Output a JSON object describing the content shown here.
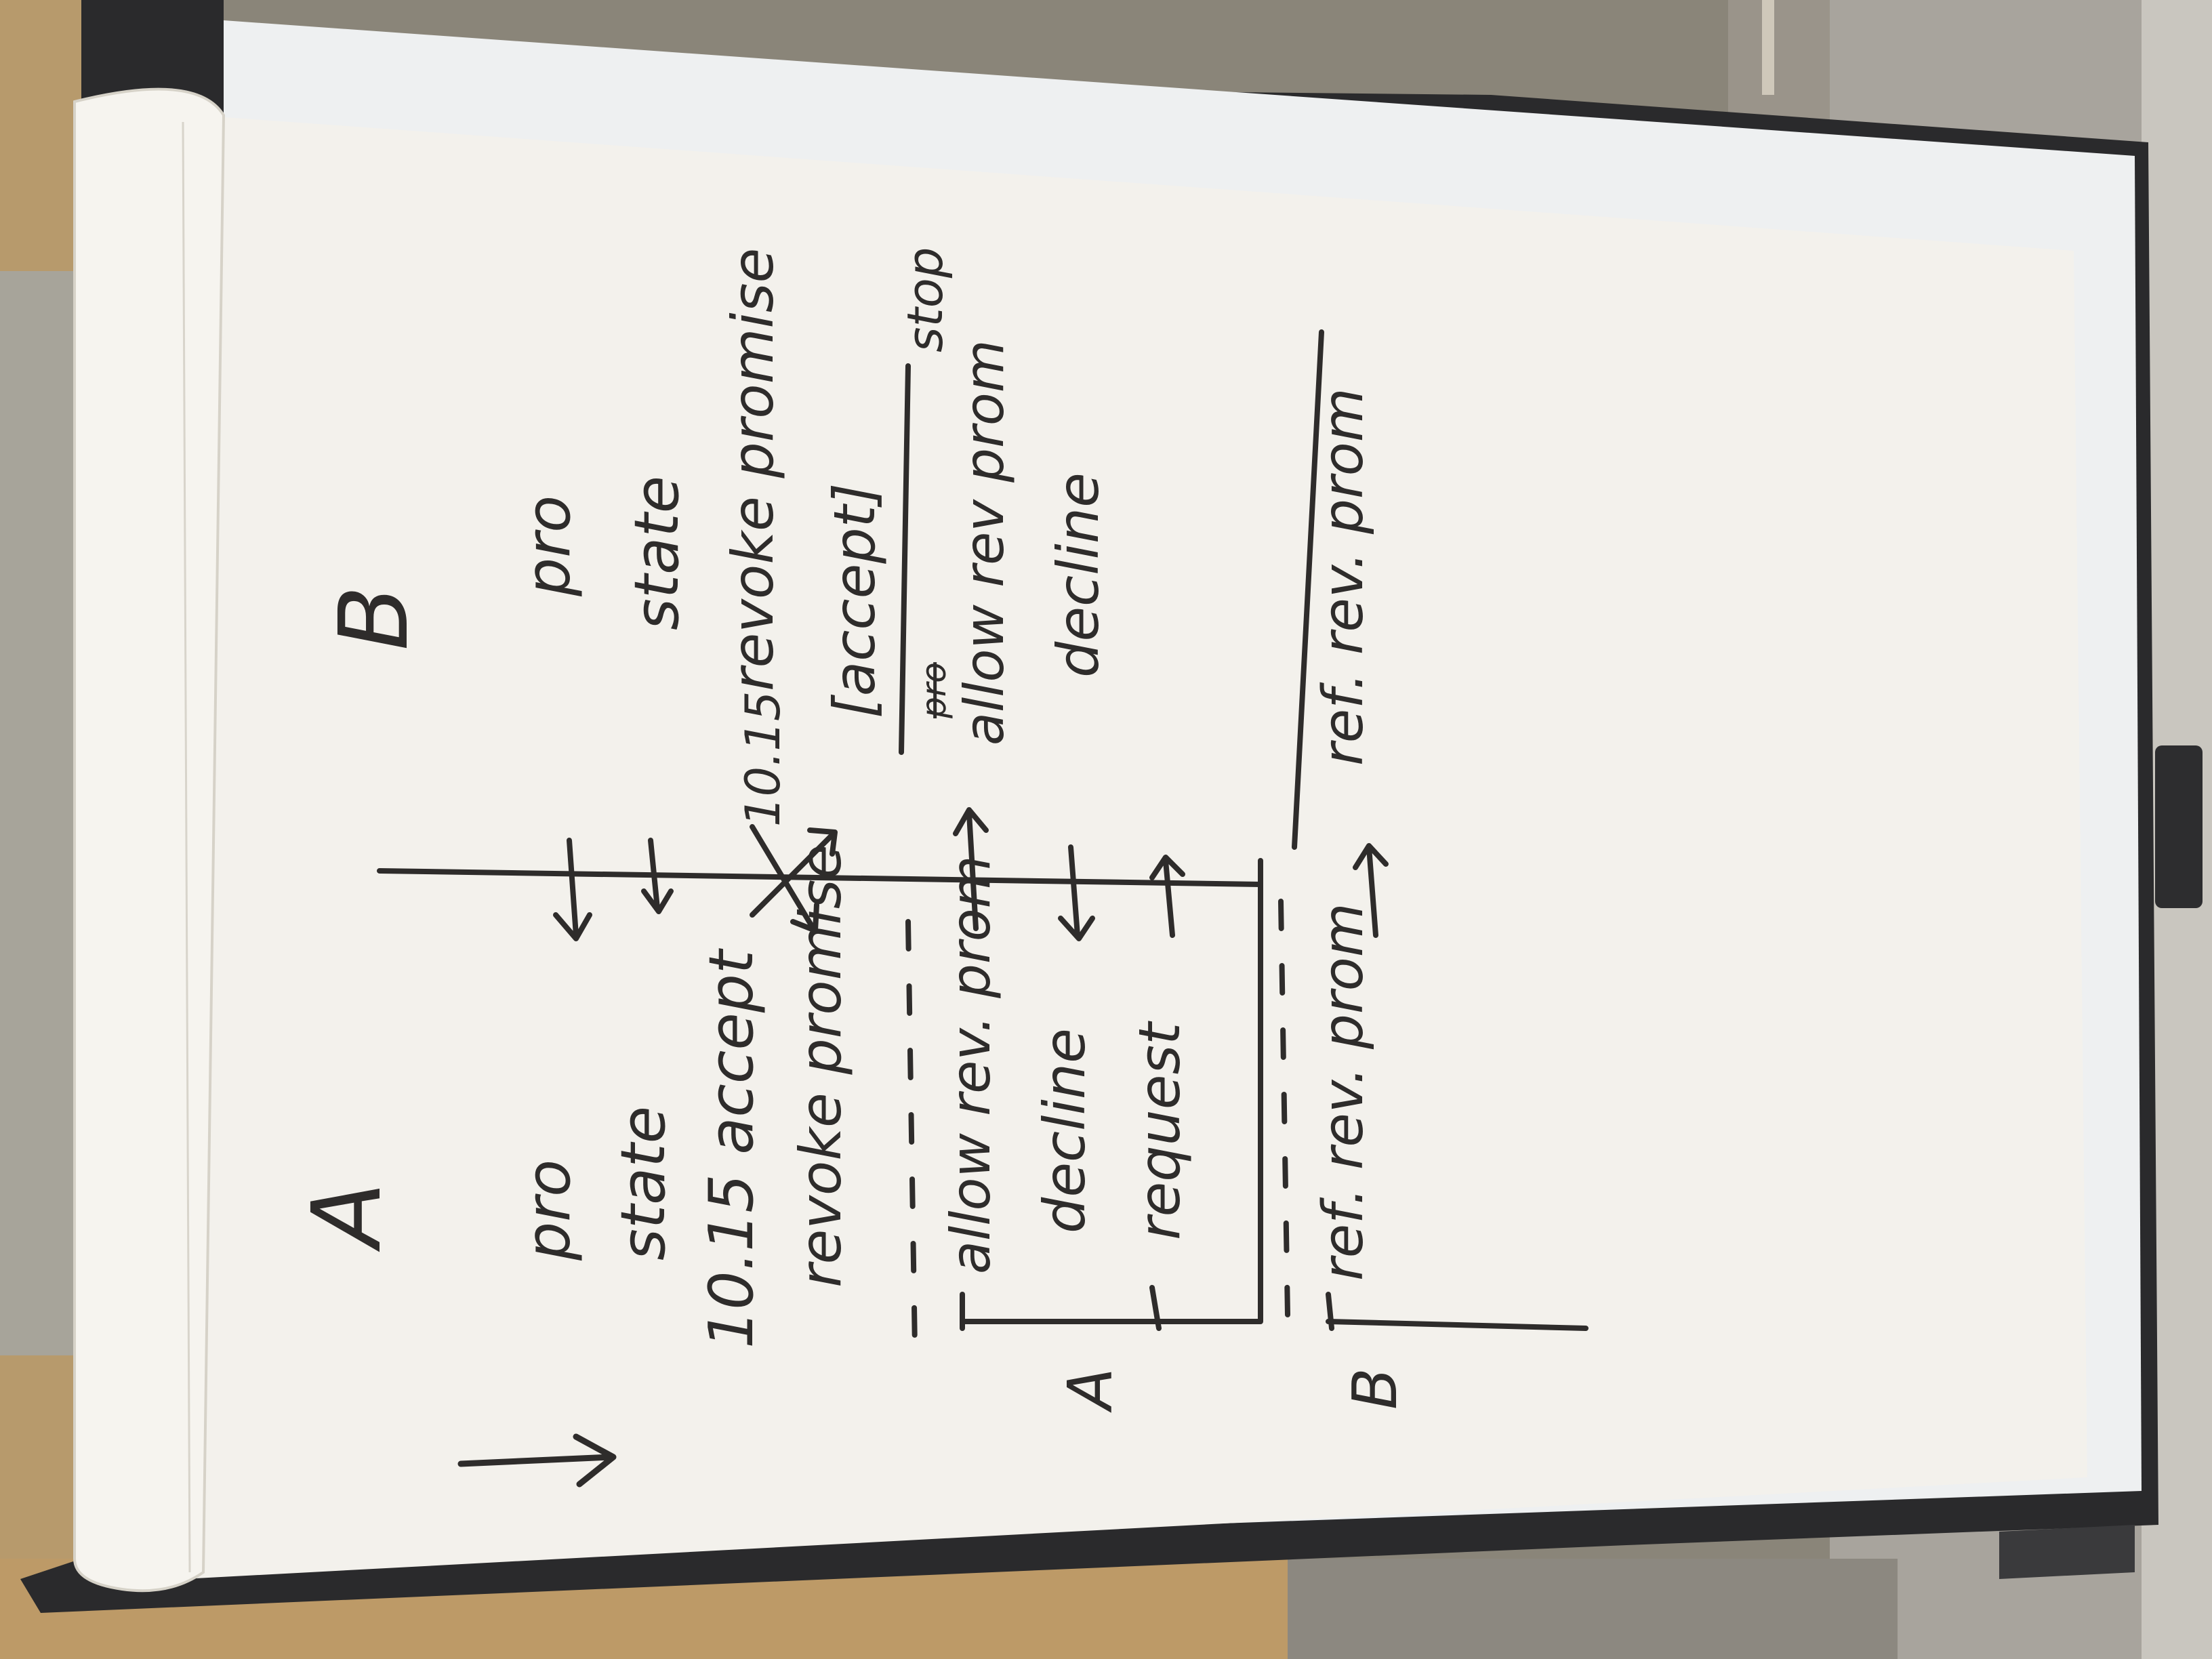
{
  "flipchart": {
    "heading_a": "A",
    "heading_b": "B",
    "side_a": {
      "lines": [
        "pro",
        "state",
        "10.15 accept",
        "revoke promise"
      ]
    },
    "side_b": {
      "lines": [
        "pro",
        "state",
        "10.15",
        "revoke promise",
        "[accept]"
      ],
      "stop_label": "stop"
    },
    "section_a": {
      "label": "A",
      "left_lines": [
        "allow rev. prom",
        "decline",
        "request"
      ],
      "right_lines": [
        "allow rev prom",
        "decline"
      ],
      "crossed_word": "pro"
    },
    "section_b": {
      "label": "B",
      "left_lines": [
        "ref. rev. prom"
      ],
      "right_lines": [
        "ref. rev. prom"
      ]
    }
  },
  "colors": {
    "paper": "#f3f1ec",
    "marker": "#2e2c2b",
    "board_frame": "#2a2a2c"
  }
}
